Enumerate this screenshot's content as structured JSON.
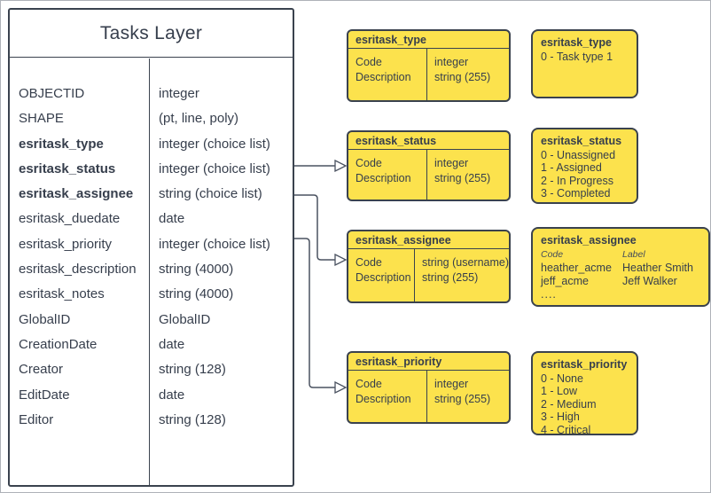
{
  "colors": {
    "node_fill": "#fce24d",
    "stroke": "#3a424e",
    "text": "#363e4c",
    "connector": "#4a5260"
  },
  "tasks_layer": {
    "title": "Tasks Layer",
    "fields": [
      {
        "name": "OBJECTID",
        "type": "integer",
        "bold": false
      },
      {
        "name": "SHAPE",
        "type": "(pt, line, poly)",
        "bold": false
      },
      {
        "name": "esritask_type",
        "type": "integer (choice list)",
        "bold": true
      },
      {
        "name": "esritask_status",
        "type": "integer (choice list)",
        "bold": true
      },
      {
        "name": "esritask_assignee",
        "type": "string (choice list)",
        "bold": true
      },
      {
        "name": "esritask_duedate",
        "type": "date",
        "bold": false
      },
      {
        "name": "esritask_priority",
        "type": "integer (choice list)",
        "bold": false
      },
      {
        "name": "esritask_description",
        "type": "string (4000)",
        "bold": false
      },
      {
        "name": "esritask_notes",
        "type": "string (4000)",
        "bold": false
      },
      {
        "name": "GlobalID",
        "type": "GlobalID",
        "bold": false
      },
      {
        "name": "CreationDate",
        "type": "date",
        "bold": false
      },
      {
        "name": "Creator",
        "type": "string (128)",
        "bold": false
      },
      {
        "name": "EditDate",
        "type": "date",
        "bold": false
      },
      {
        "name": "Editor",
        "type": "string (128)",
        "bold": false
      }
    ]
  },
  "domain_tables": [
    {
      "title": "esritask_type",
      "rows": [
        {
          "name": "Code",
          "type": "integer"
        },
        {
          "name": "Description",
          "type": "string (255)"
        }
      ]
    },
    {
      "title": "esritask_status",
      "rows": [
        {
          "name": "Code",
          "type": "integer"
        },
        {
          "name": "Description",
          "type": "string (255)"
        }
      ]
    },
    {
      "title": "esritask_assignee",
      "rows": [
        {
          "name": "Code",
          "type": "string (username)"
        },
        {
          "name": "Description",
          "type": "string (255)"
        }
      ]
    },
    {
      "title": "esritask_priority",
      "rows": [
        {
          "name": "Code",
          "type": "integer"
        },
        {
          "name": "Description",
          "type": "string (255)"
        }
      ]
    }
  ],
  "value_lists": [
    {
      "title": "esritask_type",
      "values": [
        "0 - Task type 1"
      ]
    },
    {
      "title": "esritask_status",
      "values": [
        "0 - Unassigned",
        "1 - Assigned",
        "2 - In Progress",
        "3 - Completed"
      ]
    },
    {
      "title": "esritask_assignee",
      "column_headers": [
        "Code",
        "Label"
      ],
      "entries": [
        {
          "code": "heather_acme",
          "label": "Heather Smith"
        },
        {
          "code": "jeff_acme",
          "label": "Jeff Walker"
        }
      ],
      "more": "...."
    },
    {
      "title": "esritask_priority",
      "values": [
        "0 - None",
        "1 - Low",
        "2 - Medium",
        "3 - High",
        "4 - Critical"
      ]
    }
  ]
}
